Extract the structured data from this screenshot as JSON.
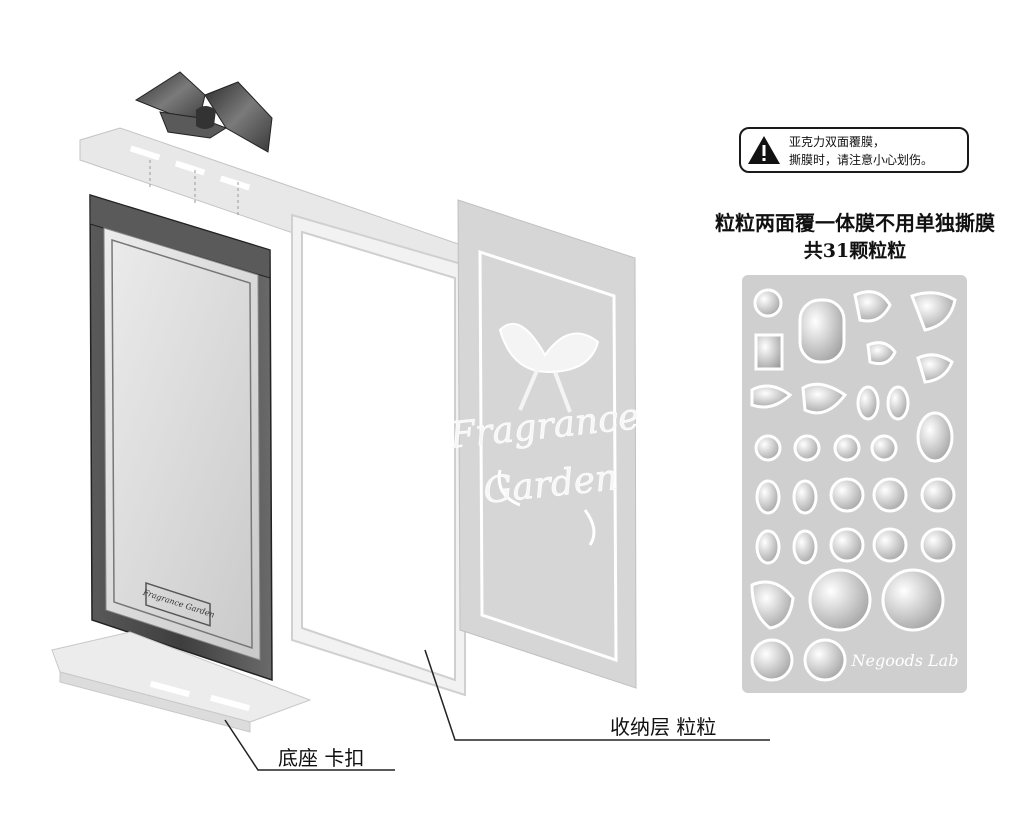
{
  "warning": {
    "icon": "warning-triangle-icon",
    "line1": "亚克力双面覆膜，",
    "line2": "撕膜时，请注意小心划伤。"
  },
  "headline": {
    "line1": "粒粒两面覆一体膜不用单独撕膜",
    "line2": "共31颗粒粒"
  },
  "labels": {
    "storage_layer": "收纳层  粒粒",
    "base_clip": "底座  卡扣"
  },
  "artwork": {
    "back_panel_text_line1": "Fragrance",
    "back_panel_text_line2": "Garden",
    "frame_plaque_text": "Fragrance Garden",
    "sheet_signature": "Negoods Lab"
  },
  "colors": {
    "frame_dark": "#4a4a4a",
    "panel_grey": "#d9d9d9",
    "acrylic": "#e6e6e6",
    "sheet_grey": "#cfcfcf",
    "ink": "#111111"
  }
}
